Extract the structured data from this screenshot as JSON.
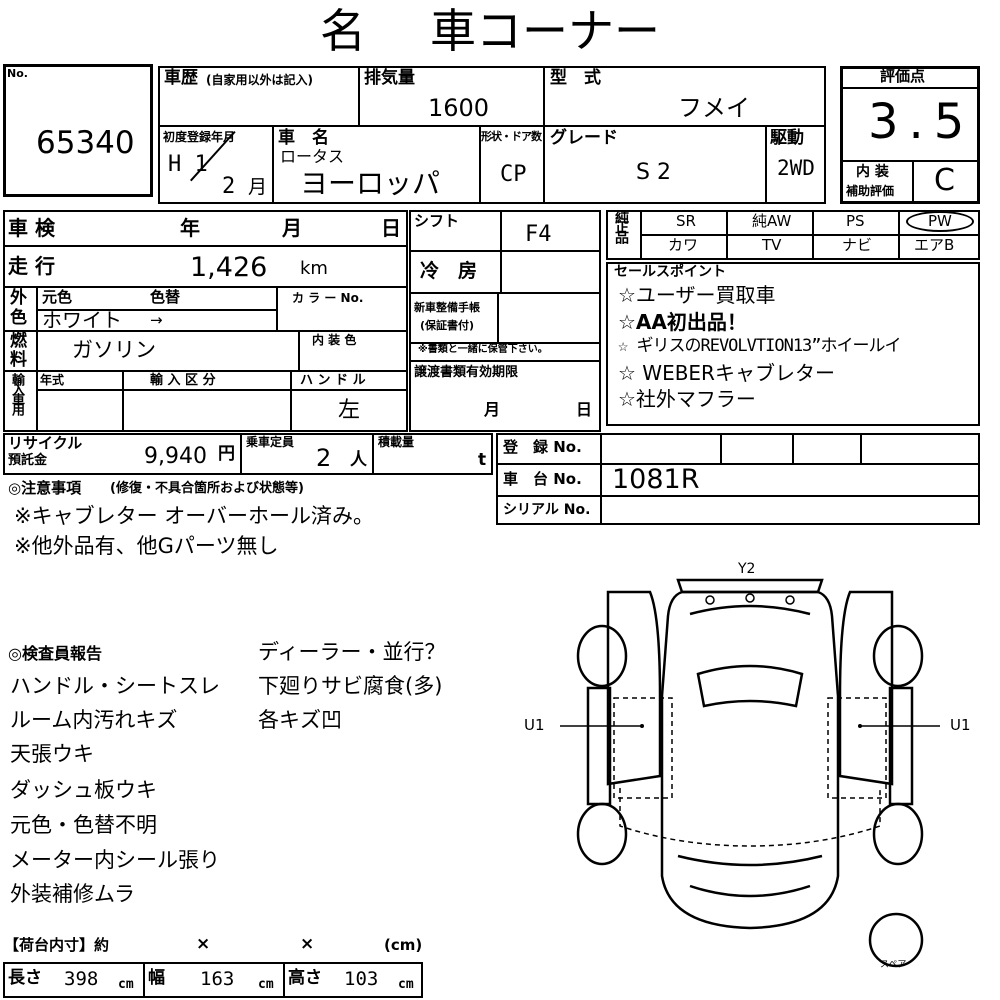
{
  "title": {
    "left": "名",
    "right": "車コーナー"
  },
  "lot": {
    "no_label": "No.",
    "number": "65340"
  },
  "history": {
    "label": "車歴",
    "sub": "(自家用以外は記入)",
    "value": ""
  },
  "displacement": {
    "label": "排気量",
    "value": "1600"
  },
  "model": {
    "label": "型　式",
    "value": "フメイ"
  },
  "rating": {
    "label": "評価点",
    "score": "3.5",
    "interior_label_1": "内 装",
    "interior_label_2": "補助評価",
    "interior_grade": "C"
  },
  "first_reg": {
    "label": "初度登録年月",
    "era": "H 1",
    "month": "2",
    "month_unit": "月"
  },
  "car_name": {
    "label": "車　名",
    "maker": "ロータス",
    "name": "ヨーロッパ"
  },
  "body": {
    "label": "形状・ドア数",
    "value": "CP"
  },
  "grade": {
    "label": "グレード",
    "value": "S 2"
  },
  "drive": {
    "label": "駆動",
    "value": "2WD"
  },
  "inspection": {
    "label": "車 検",
    "year": "年",
    "month": "月",
    "day": "日"
  },
  "shift": {
    "label": "シフト",
    "value": "F4"
  },
  "equipment": {
    "label": "純正品",
    "row1": [
      "SR",
      "純AW",
      "PS",
      "PW"
    ],
    "row2": [
      "カワ",
      "TV",
      "ナビ",
      "エアB"
    ]
  },
  "mileage": {
    "label": "走 行",
    "value": "1,426",
    "unit": "km"
  },
  "ac": {
    "label": "冷　房"
  },
  "color": {
    "label_1": "外",
    "label_2": "色",
    "orig_label": "元色",
    "change_label": "色替",
    "value": "ホワイト",
    "arrow": "→",
    "color_no_label": "カ ラ ー No."
  },
  "maintenance": {
    "label_1": "新車整備手帳",
    "label_2": "(保証書付)",
    "note": "※書類と一緒に保管下さい。"
  },
  "fuel": {
    "label_1": "燃",
    "label_2": "料",
    "value": "ガソリン",
    "interior_color_label": "内 装 色"
  },
  "sales_points": {
    "label": "セールスポイント",
    "items": [
      "☆ユーザー買取車",
      "☆AA初出品！",
      "☆ ギリスのREVOLVTION13”ホイールイ",
      "☆ WEBERキャブレター",
      "☆社外マフラー"
    ]
  },
  "import": {
    "label": "輸入車用",
    "year_label": "年式",
    "type_label": "輸 入 区 分",
    "handle_label": "ハ ン ド ル",
    "handle_value": "左"
  },
  "transfer": {
    "label": "譲渡書類有効期限",
    "month": "月",
    "day": "日"
  },
  "recycle": {
    "label_1": "リサイクル",
    "label_2": "預託金",
    "value": "9,940",
    "unit": "円",
    "capacity_label": "乗車定員",
    "capacity_value": "2",
    "capacity_unit": "人",
    "load_label": "積載量",
    "load_unit": "t"
  },
  "registration": {
    "reg_label": "登　録 No.",
    "chassis_label": "車　台 No.",
    "chassis_value": "1081R",
    "serial_label": "シリアル No."
  },
  "caution": {
    "label": "◎注意事項",
    "sub": "(修復・不具合箇所および状態等)",
    "lines": [
      "※キャブレター オーバーホール済み。",
      "※他外品有、他Gパーツ無し"
    ]
  },
  "inspector": {
    "label": "◎検査員報告",
    "left": [
      "ハンドル・シートスレ",
      "ルーム内汚れキズ",
      "天張ウキ",
      "ダッシュ板ウキ",
      "元色・色替不明",
      "メーター内シール張り",
      "外装補修ムラ"
    ],
    "right": [
      "ディーラー・並行？",
      "下廻りサビ腐食(多)",
      "各キズ凹"
    ]
  },
  "diagram": {
    "top": "Y2",
    "left": "U1",
    "right": "U1",
    "spare": "スペア"
  },
  "cargo": {
    "label": "【荷台内寸】約",
    "x1": "×",
    "x2": "×",
    "unit": "(cm)",
    "length_label": "長さ",
    "length": "398",
    "width_label": "幅",
    "width": "163",
    "height_label": "高さ",
    "height": "103",
    "cm": "cm"
  }
}
